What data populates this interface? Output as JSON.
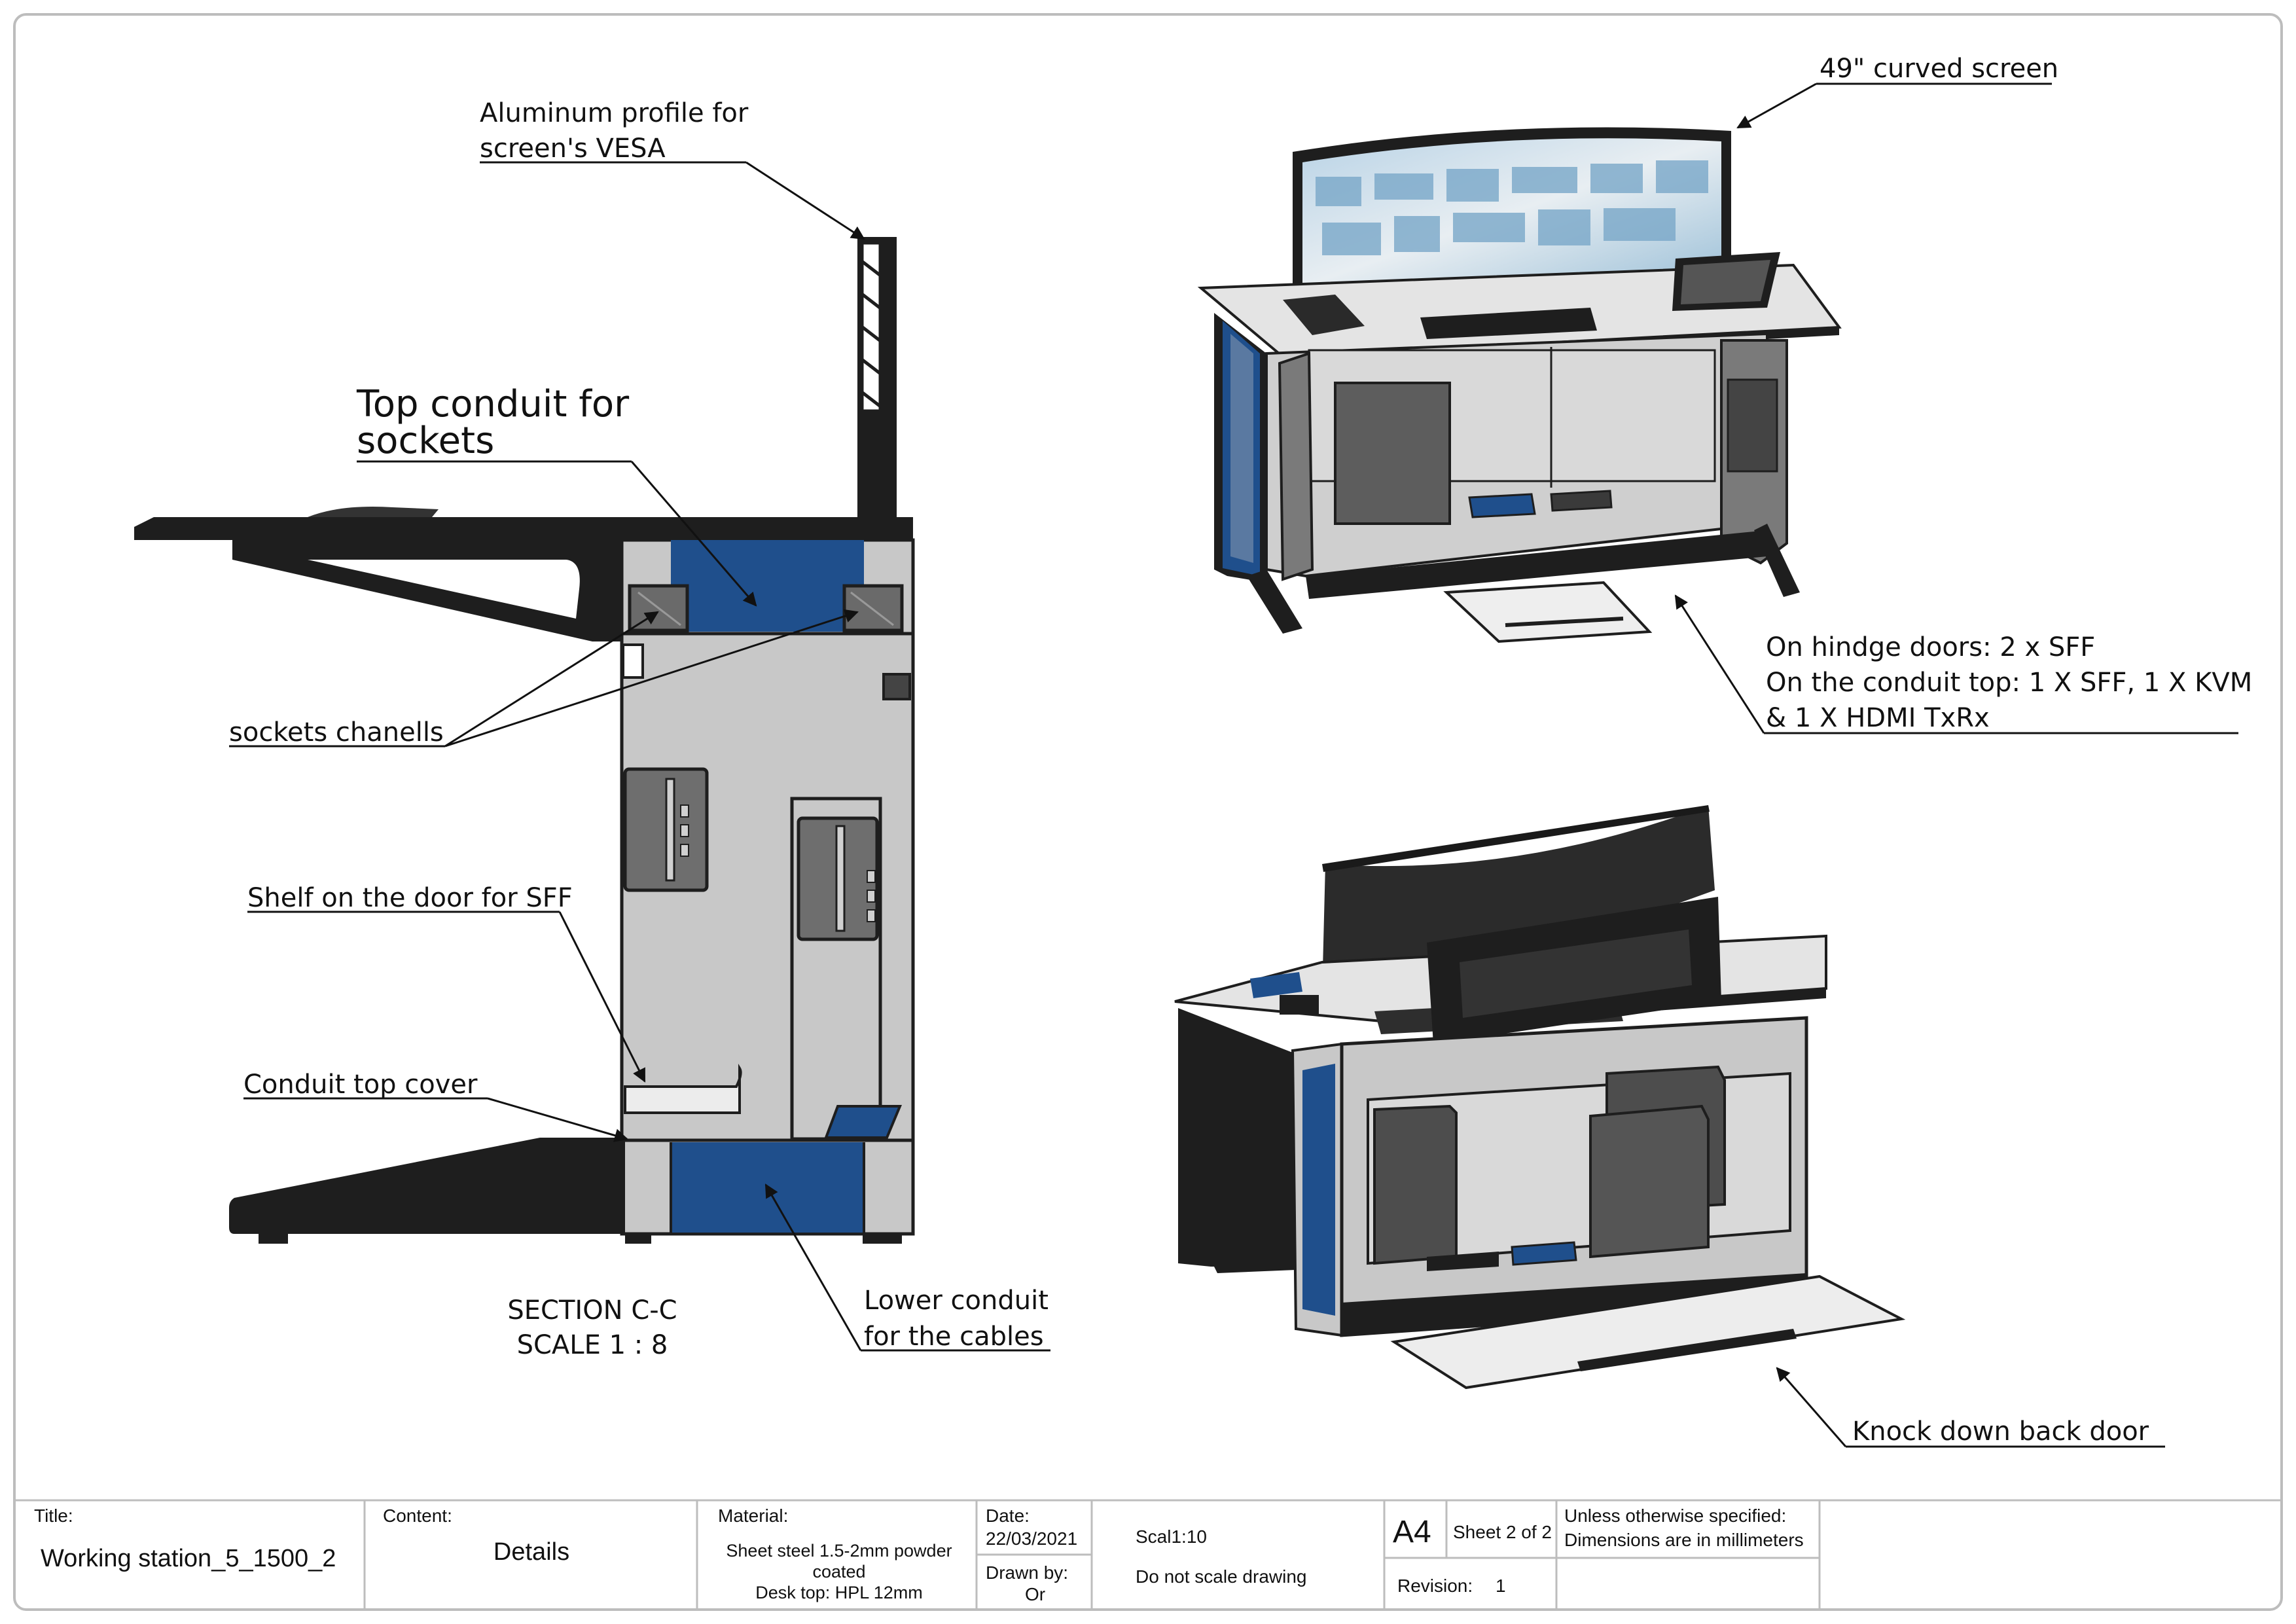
{
  "callouts": {
    "aluminum_profile": [
      "Aluminum profile for",
      "screen's VESA"
    ],
    "top_conduit": [
      "Top conduit for",
      "sockets"
    ],
    "sockets_channels": "sockets chanells",
    "shelf_door": "Shelf on the door for SFF",
    "conduit_cover": "Conduit top cover",
    "lower_conduit": [
      "Lower conduit",
      "for the cables"
    ],
    "section_title": [
      "SECTION C-C",
      "SCALE 1 : 8"
    ],
    "curved_screen": "49\" curved screen",
    "hinge_doors": [
      "On hindge doors: 2 x SFF",
      "On the conduit top: 1 X SFF, 1 X KVM",
      "& 1 X HDMI TxRx"
    ],
    "back_door": "Knock down back door"
  },
  "title_block": {
    "title_label": "Title:",
    "title_value": "Working station_5_1500_2",
    "content_label": "Content:",
    "content_value": "Details",
    "material_label": "Material:",
    "material_lines": [
      "Sheet steel 1.5-2mm powder",
      "coated",
      "Desk top: HPL 12mm"
    ],
    "date_label": "Date:",
    "date_value": "22/03/2021",
    "drawn_label": "Drawn by:",
    "drawn_value": "Or",
    "scale_value": "Scal1:10",
    "no_scale": "Do not scale drawing",
    "paper_size": "A4",
    "sheet": "Sheet 2 of 2",
    "revision_label": "Revision:",
    "revision_value": "1",
    "note_lines": [
      "Unless otherwise specified:",
      "Dimensions are in millimeters"
    ]
  },
  "colors": {
    "conduit_blue": "#1f4f8c",
    "panel_grey": "#c8c8c8",
    "frame_black": "#1e1e1e",
    "desk_top": "#e4e4e4"
  }
}
